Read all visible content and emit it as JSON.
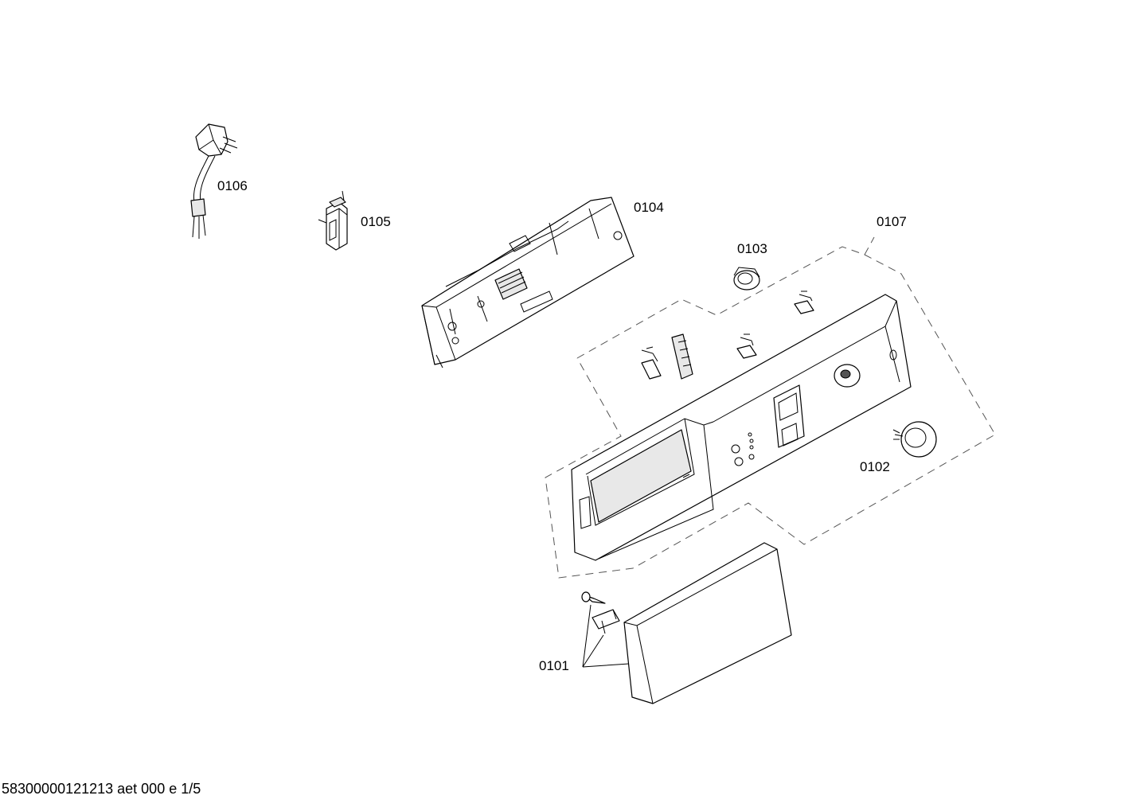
{
  "parts": [
    {
      "id": "power-cord",
      "label": "0106"
    },
    {
      "id": "interference-suppressor",
      "label": "0105"
    },
    {
      "id": "electronic-module",
      "label": "0104"
    },
    {
      "id": "knob-small",
      "label": "0103"
    },
    {
      "id": "control-panel",
      "label": "0107"
    },
    {
      "id": "programme-selector-knob",
      "label": "0102"
    },
    {
      "id": "detergent-drawer-handle",
      "label": "0101"
    }
  ],
  "footer": "58300000121213 aet 000 e 1/5"
}
